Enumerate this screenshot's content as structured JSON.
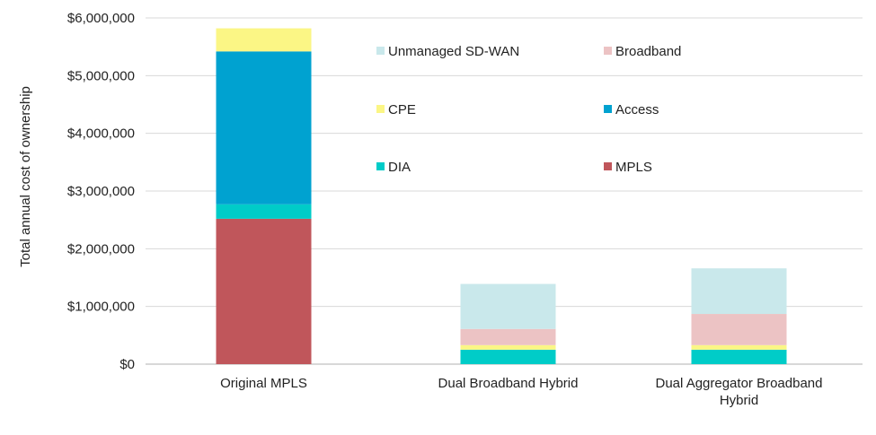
{
  "chart_data": {
    "type": "bar",
    "stacked": true,
    "title": "",
    "xlabel": "",
    "ylabel": "Total annual cost of ownership",
    "ylim": [
      0,
      6000000
    ],
    "y_ticks": [
      0,
      1000000,
      2000000,
      3000000,
      4000000,
      5000000,
      6000000
    ],
    "y_tick_labels": [
      "$0",
      "$1,000,000",
      "$2,000,000",
      "$3,000,000",
      "$4,000,000",
      "$5,000,000",
      "$6,000,000"
    ],
    "grid": true,
    "legend_position": "top-right",
    "categories": [
      [
        "Original MPLS"
      ],
      [
        "Dual Broadband Hybrid"
      ],
      [
        "Dual Aggregator Broadband",
        "Hybrid"
      ]
    ],
    "series": [
      {
        "name": "MPLS",
        "color": "#c0565b",
        "values": [
          2520000,
          0,
          0
        ]
      },
      {
        "name": "DIA",
        "color": "#00ccc8",
        "values": [
          250000,
          250000,
          250000
        ]
      },
      {
        "name": "Access",
        "color": "#00a2d0",
        "values": [
          2650000,
          0,
          0
        ]
      },
      {
        "name": "CPE",
        "color": "#fbf685",
        "values": [
          400000,
          80000,
          80000
        ]
      },
      {
        "name": "Broadband",
        "color": "#ecc3c4",
        "values": [
          0,
          280000,
          540000
        ]
      },
      {
        "name": "Unmanaged SD-WAN",
        "color": "#c9e8eb",
        "values": [
          0,
          780000,
          790000
        ]
      }
    ],
    "legend_order": [
      "Unmanaged SD-WAN",
      "Broadband",
      "CPE",
      "Access",
      "DIA",
      "MPLS"
    ]
  }
}
